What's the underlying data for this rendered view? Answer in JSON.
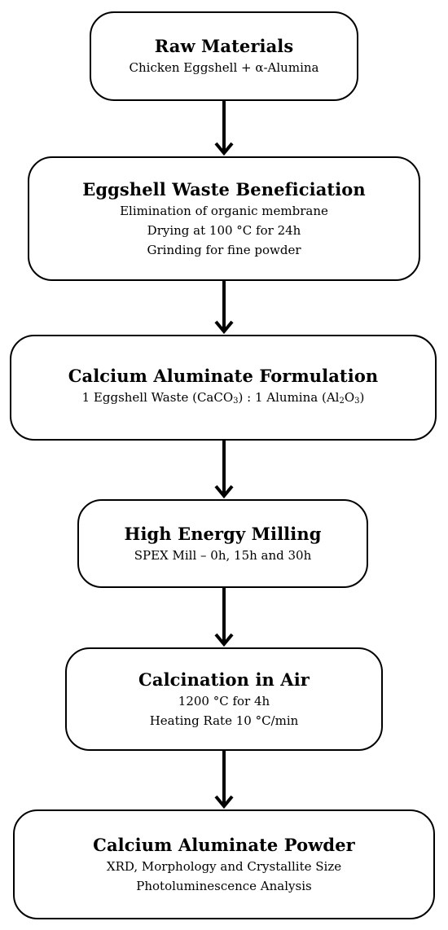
{
  "steps": [
    {
      "title": "Raw Materials",
      "lines": [
        "Chicken Eggshell + α-Alumina"
      ]
    },
    {
      "title": "Eggshell Waste Beneficiation",
      "lines": [
        "Elimination of organic membrane",
        "Drying at 100 °C for 24h",
        "Grinding for fine powder"
      ]
    },
    {
      "title": "Calcium Aluminate Formulation",
      "formula": {
        "a": "1 Eggshell Waste (CaCO",
        "a_sub": "3",
        "b": ") : 1 Alumina (Al",
        "b_sub1": "2",
        "c": "O",
        "c_sub": "3",
        "d": ")"
      }
    },
    {
      "title": "High Energy Milling",
      "lines": [
        "SPEX Mill – 0h, 15h and 30h"
      ]
    },
    {
      "title": "Calcination in Air",
      "lines": [
        "1200 °C for 4h",
        "Heating Rate 10 °C/min"
      ]
    },
    {
      "title": "Calcium Aluminate Powder",
      "lines": [
        "XRD, Morphology and Crystallite Size",
        "Photoluminescence Analysis"
      ]
    }
  ]
}
